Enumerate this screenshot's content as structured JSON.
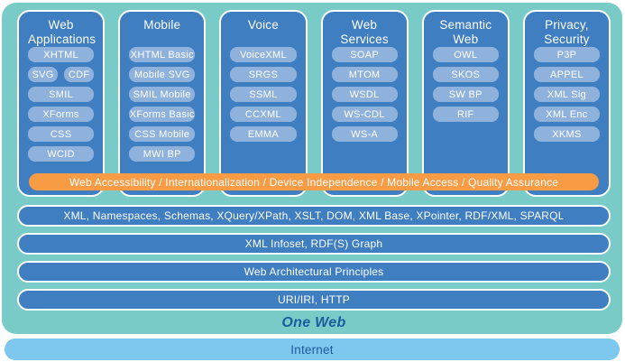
{
  "colors": {
    "teal": "#79CBC8",
    "column-blue": "#3E7EC1",
    "pill-blue": "#8FB2DC",
    "orange": "#F89B45",
    "internet": "#7EC8EF",
    "dark-text": "#1A5C9E"
  },
  "columns": [
    {
      "title": "Web\nApplications",
      "rows": [
        [
          "XHTML"
        ],
        [
          "SVG",
          "CDF"
        ],
        [
          "SMIL"
        ],
        [
          "XForms"
        ],
        [
          "CSS"
        ],
        [
          "WCID"
        ]
      ]
    },
    {
      "title": "Mobile",
      "rows": [
        [
          "XHTML Basic"
        ],
        [
          "Mobile SVG"
        ],
        [
          "SMIL Mobile"
        ],
        [
          "XForms Basic"
        ],
        [
          "CSS Mobile"
        ],
        [
          "MWI BP"
        ]
      ]
    },
    {
      "title": "Voice",
      "rows": [
        [
          "VoiceXML"
        ],
        [
          "SRGS"
        ],
        [
          "SSML"
        ],
        [
          "CCXML"
        ],
        [
          "EMMA"
        ]
      ]
    },
    {
      "title": "Web\nServices",
      "rows": [
        [
          "SOAP"
        ],
        [
          "MTOM"
        ],
        [
          "WSDL"
        ],
        [
          "WS-CDL"
        ],
        [
          "WS-A"
        ]
      ]
    },
    {
      "title": "Semantic\nWeb",
      "rows": [
        [
          "OWL"
        ],
        [
          "SKOS"
        ],
        [
          "SW BP"
        ],
        [
          "RIF"
        ]
      ]
    },
    {
      "title": "Privacy,\nSecurity",
      "rows": [
        [
          "P3P"
        ],
        [
          "APPEL"
        ],
        [
          "XML Sig"
        ],
        [
          "XML Enc"
        ],
        [
          "XKMS"
        ]
      ]
    }
  ],
  "horizontal_bar": "Web Accessibility / Internationalization / Device Independence / Mobile Access / Quality Assurance",
  "layers": [
    "XML, Namespaces, Schemas, XQuery/XPath, XSLT, DOM, XML Base, XPointer, RDF/XML, SPARQL",
    "XML Infoset, RDF(S) Graph",
    "Web Architectural Principles",
    "URI/IRI, HTTP"
  ],
  "one_web": "One Web",
  "internet": "Internet"
}
